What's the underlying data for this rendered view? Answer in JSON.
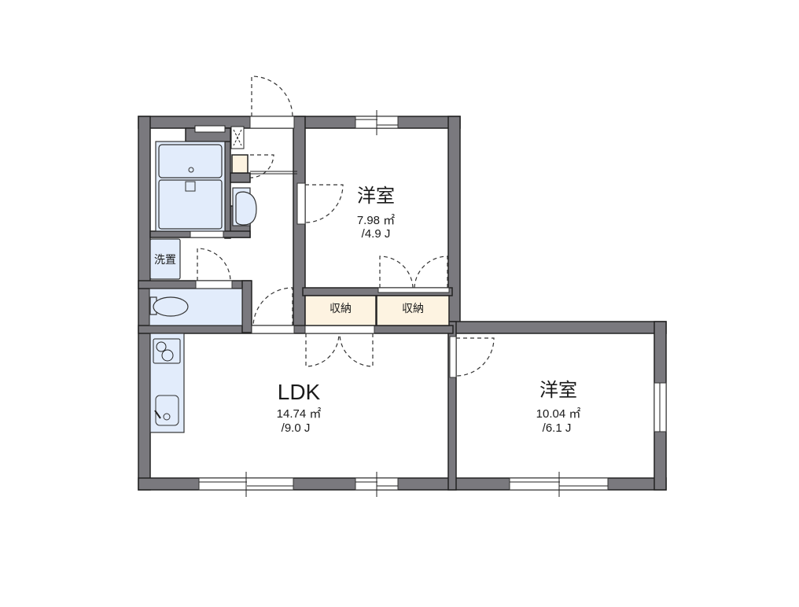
{
  "floor_plan": {
    "colors": {
      "wall": "#7a797e",
      "wall_outline": "#222222",
      "bath_fill": "#e2ecfb",
      "storage_fill": "#fdf3e1",
      "floor": "#ffffff"
    },
    "rooms": [
      {
        "id": "western-room-1",
        "name": "洋室",
        "area": "7.98 ㎡",
        "jo": "/4.9 J"
      },
      {
        "id": "ldk",
        "name": "LDK",
        "area": "14.74 ㎡",
        "jo": "/9.0 J"
      },
      {
        "id": "western-room-2",
        "name": "洋室",
        "area": "10.04 ㎡",
        "jo": "/6.1 J"
      }
    ],
    "storage": [
      {
        "label": "収納"
      },
      {
        "label": "収納"
      }
    ],
    "washer": {
      "label": "洗置"
    },
    "fixtures": [
      "bathtub",
      "washbasin",
      "toilet",
      "stove",
      "sink",
      "shoe-cabinet",
      "ventilation"
    ]
  }
}
